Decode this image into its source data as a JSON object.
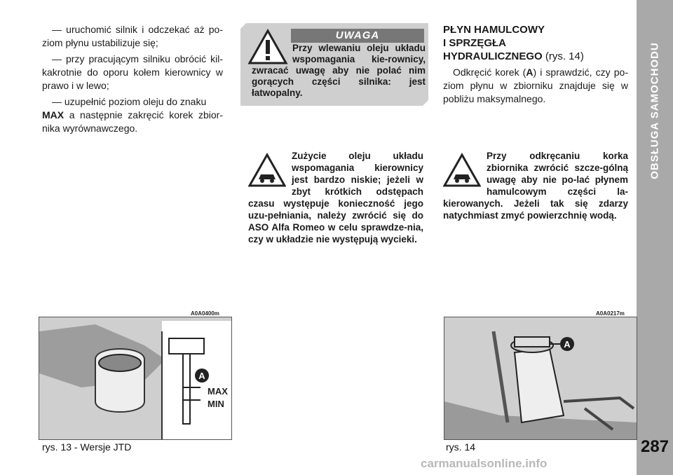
{
  "sidebar": {
    "section_title": "OBSŁUGA SAMOCHODU",
    "page_number": "287"
  },
  "column1": {
    "paragraphs": [
      "— uruchomić silnik i odczekać aż po-ziom płynu ustabilizuje się;",
      "— przy pracującym silniku obrócić kil-kakrotnie do oporu kołem kierownicy w prawo i w lewo;"
    ],
    "p3_prefix": "— uzupełnić poziom oleju do znaku",
    "p3_bold": "MAX",
    "p3_suffix": "a następnie zakręcić korek zbior-nika wyrównawczego."
  },
  "warning": {
    "label": "UWAGA",
    "text": "Przy wlewaniu oleju układu wspomagania kie-rownicy, zwracać uwagę aby nie polać nim gorących części silnika: jest łatwopalny."
  },
  "note1": {
    "text": "Zużycie oleju układu wspomagania kierownicy jest bardzo niskie; jeżeli w zbyt krótkich odstępach czasu występuje konieczność jego uzu-pełniania, należy zwrócić się do ASO Alfa Romeo w celu sprawdze-nia, czy w układzie nie występują wycieki."
  },
  "column3": {
    "heading_line1": "PŁYN HAMULCOWY",
    "heading_line2": "I SPRZĘGŁA",
    "heading_line3": "HYDRAULICZNEGO",
    "heading_ref": "(rys. 14)",
    "para_prefix": "Odkręcić korek (",
    "para_bold": "A",
    "para_suffix": ") i sprawdzić, czy po-ziom płynu w zbiorniku znajduje się w pobliżu maksymalnego."
  },
  "note2": {
    "text": "Przy odkręcaniu korka zbiornika zwrócić szcze-gólną uwagę aby nie po-lać płynem hamulcowym części la-kierowanych. Jeżeli tak się zdarzy natychmiast zmyć powierzchnię wodą."
  },
  "figure1": {
    "code": "A0A0400m",
    "caption": "rys. 13 - Wersje JTD",
    "label_a": "A",
    "label_max": "MAX",
    "label_min": "MIN"
  },
  "figure2": {
    "code": "A0A0217m",
    "caption": "rys. 14",
    "label_a": "A"
  },
  "watermark": "carmanualsonline.info"
}
